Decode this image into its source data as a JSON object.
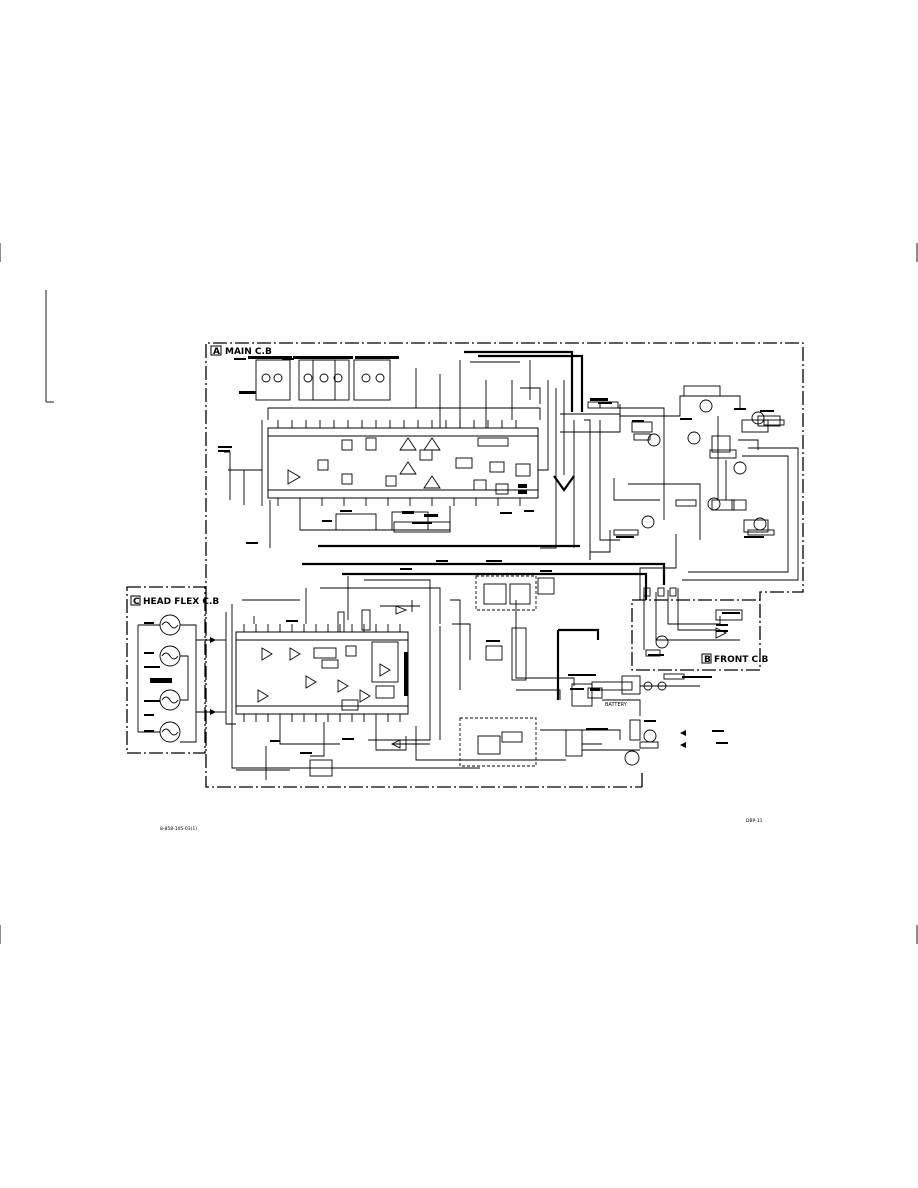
{
  "boards": {
    "main": {
      "letter": "A",
      "title": "MAIN C.B"
    },
    "head_flex": {
      "letter": "C",
      "title": "HEAD FLEX C.B"
    },
    "front": {
      "letter": "B",
      "title": "FRONT C.B"
    }
  },
  "labels": {
    "battery": "BATTERY",
    "page_ref": "DBP-11",
    "model_note": "8-858-105-03(1)"
  },
  "colors": {
    "ink": "#000000",
    "paper": "#ffffff"
  }
}
